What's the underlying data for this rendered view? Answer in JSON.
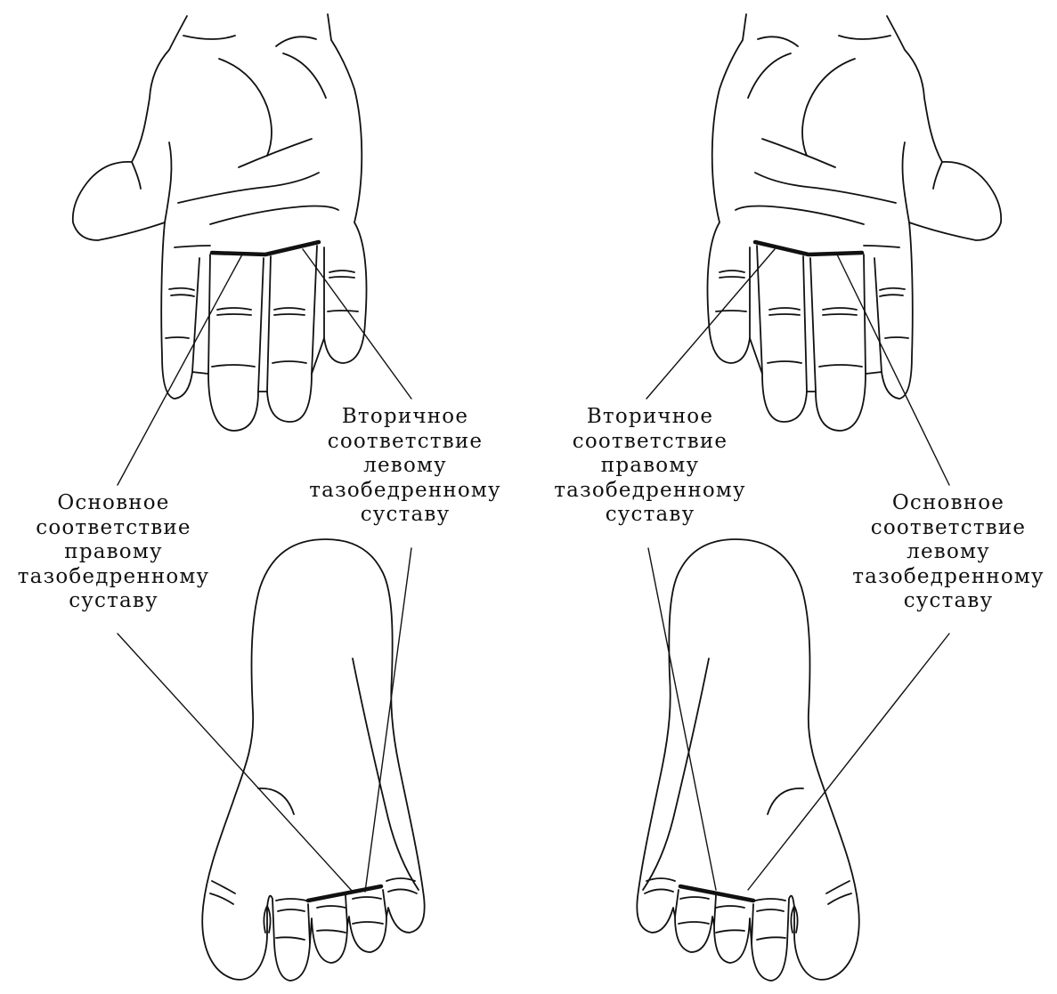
{
  "labels": {
    "right_hip_primary": {
      "lines": [
        "Основное",
        "соответствие",
        "правому",
        "тазобедренному",
        "суставу"
      ]
    },
    "left_hip_secondary": {
      "lines": [
        "Вторичное",
        "соответствие",
        "левому",
        "тазобедренному",
        "суставу"
      ]
    },
    "right_hip_secondary": {
      "lines": [
        "Вторичное",
        "соответствие",
        "правому",
        "тазобедренному",
        "суставу"
      ]
    },
    "left_hip_primary": {
      "lines": [
        "Основное",
        "соответствие",
        "левому",
        "тазобедренному",
        "суставу"
      ]
    }
  },
  "colors": {
    "ink": "#111111",
    "background": "#ffffff"
  }
}
